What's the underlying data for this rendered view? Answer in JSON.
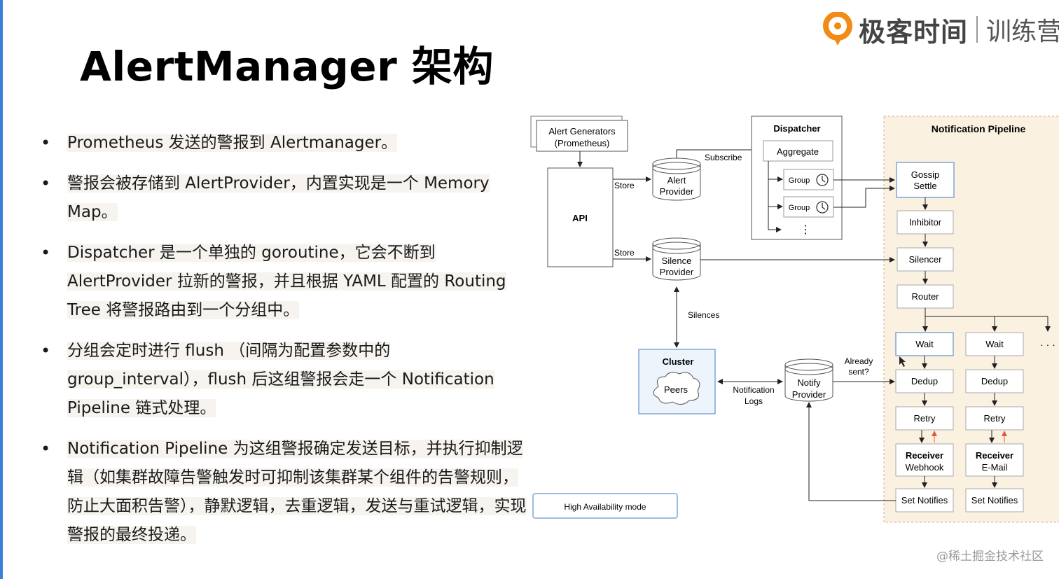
{
  "title": "AlertManager 架构",
  "logo": {
    "name": "极客时间",
    "sub": "训练营",
    "accent": "#f28a16"
  },
  "bullets": [
    "Prometheus 发送的警报到 Alertmanager。",
    "警报会被存储到 AlertProvider，内置实现是一个 Memory Map。",
    "Dispatcher 是一个单独的 goroutine，它会不断到 AlertProvider 拉新的警报，并且根据 YAML 配置的 Routing Tree 将警报路由到一个分组中。",
    "分组会定时进行 flush （间隔为配置参数中的 group_interval），flush 后这组警报会走一个 Notification Pipeline 链式处理。",
    "Notification Pipeline 为这组警报确定发送目标，并执行抑制逻辑（如集群故障告警触发时可抑制该集群某个组件的告警规则，防止大面积告警），静默逻辑，去重逻辑，发送与重试逻辑，实现警报的最终投递。"
  ],
  "diagram": {
    "alert_generators": [
      "Alert Generators",
      "(Prometheus)"
    ],
    "api": "API",
    "store": "Store",
    "subscribe": "Subscribe",
    "alert_provider": [
      "Alert",
      "Provider"
    ],
    "silence_provider": [
      "Silence",
      "Provider"
    ],
    "dispatcher": "Dispatcher",
    "aggregate": "Aggregate",
    "group": "Group",
    "dots": "⋮",
    "silences": "Silences",
    "cluster": "Cluster",
    "peers": "Peers",
    "notification_logs": [
      "Notification",
      "Logs"
    ],
    "notify_provider": [
      "Notify",
      "Provider"
    ],
    "already_sent": [
      "Already",
      "sent?"
    ],
    "ha_mode": "High Availability mode",
    "pipeline_title": "Notification Pipeline",
    "gossip_settle": [
      "Gossip",
      "Settle"
    ],
    "inhibitor": "Inhibitor",
    "silencer": "Silencer",
    "router": "Router",
    "wait": "Wait",
    "dedup": "Dedup",
    "retry": "Retry",
    "receiver": "Receiver",
    "receiver_webhook": "Webhook",
    "receiver_email": "E-Mail",
    "set_notifies": "Set Notifies",
    "more": "· · ·"
  },
  "watermark": "@稀土掘金技术社区",
  "colors": {
    "pipeline_bg": "#fbf1e1",
    "pipeline_border": "#c8b38e",
    "cluster_bg": "#eef4fb",
    "cluster_border": "#7fa6d6",
    "box_border": "#8a8a8a",
    "red_arrow": "#e05a3a"
  }
}
